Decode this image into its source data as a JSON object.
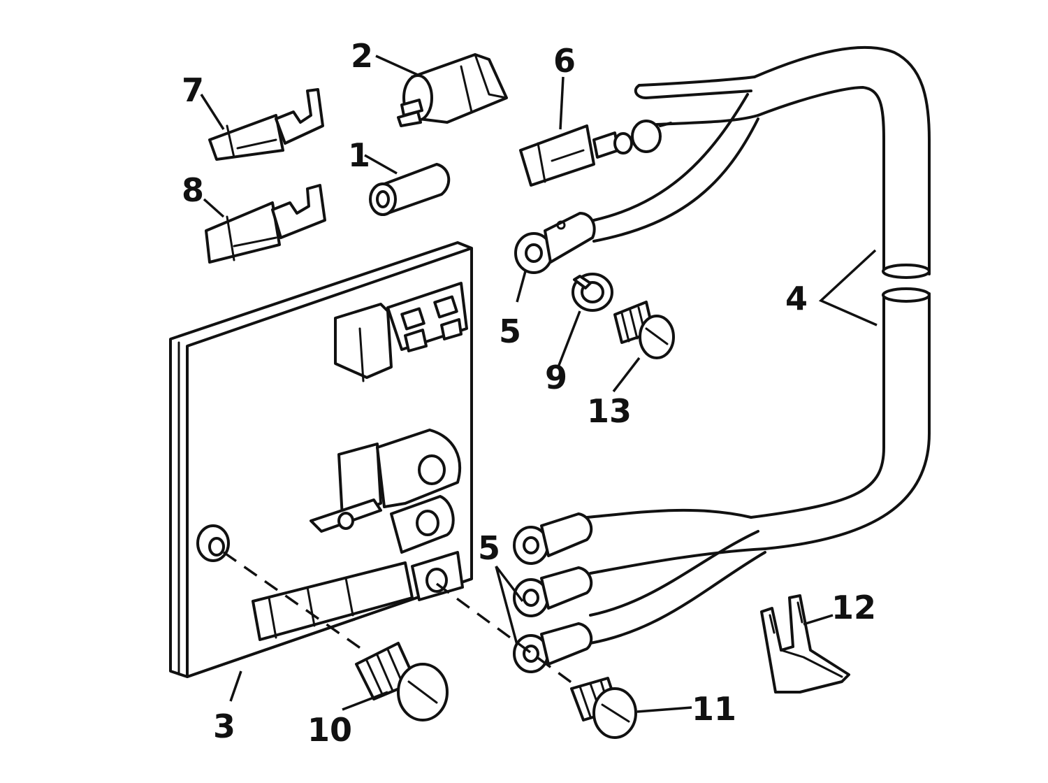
{
  "labels": {
    "p1": "1",
    "p2": "2",
    "p3": "3",
    "p4": "4",
    "p5a": "5",
    "p5b": "5",
    "p6": "6",
    "p7": "7",
    "p8": "8",
    "p9": "9",
    "p10": "10",
    "p11": "11",
    "p12": "12",
    "p13": "13"
  }
}
